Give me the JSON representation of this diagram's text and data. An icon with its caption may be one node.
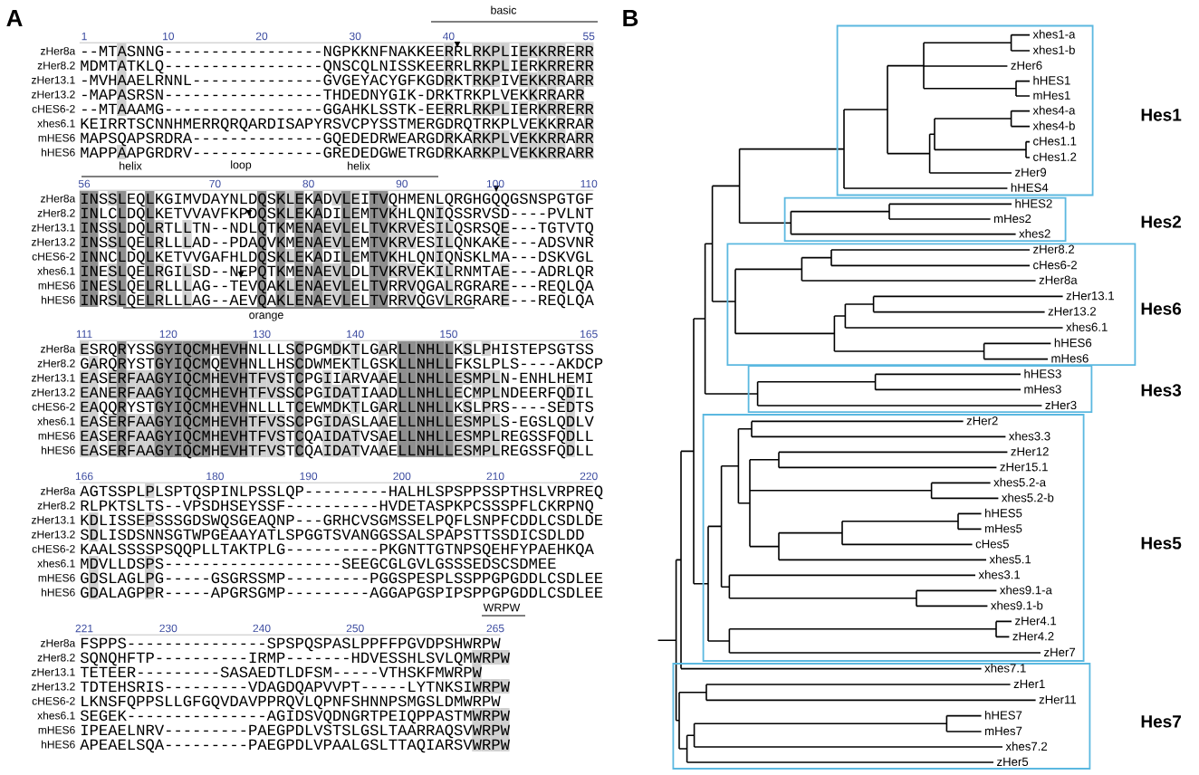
{
  "diagram": {
    "nodes": [
      {
        "text": [
          "Hes1"
        ]
      },
      {
        "text": [
          "xhes1-a"
        ],
        "in": 0
      },
      {
        "text": [
          "xhes1-b"
        ],
        "in": 0
      },
      {
        "text": [
          "zHer6"
        ],
        "in": 0
      },
      {
        "text": [
          "hHES1"
        ],
        "in": 0
      },
      {
        "text": [
          "mHes1"
        ],
        "in": 0
      },
      {
        "text": [
          "xhes4-a"
        ],
        "in": 0
      },
      {
        "text": [
          "xhes4-b"
        ],
        "in": 0
      },
      {
        "text": [
          "cHes1.1"
        ],
        "in": 0
      },
      {
        "text": [
          "cHes1.2"
        ],
        "in": 0
      },
      {
        "text": [
          "zHer9"
        ],
        "in": 0
      },
      {
        "text": [
          "hHES4"
        ],
        "in": 0
      },
      {
        "text": [
          "Hes2"
        ]
      },
      {
        "text": [
          "hHES2"
        ],
        "in": 12
      },
      {
        "text": [
          "mHes2"
        ],
        "in": 12
      },
      {
        "text": [
          "xhes2"
        ],
        "in": 12
      },
      {
        "text": [
          "Hes6"
        ]
      },
      {
        "text": [
          "zHer8.2"
        ],
        "in": 16
      },
      {
        "text": [
          "cHes6-2"
        ],
        "in": 16
      },
      {
        "text": [
          "zHer8a"
        ],
        "in": 16
      },
      {
        "text": [
          "zHer13.1"
        ],
        "in": 16
      },
      {
        "text": [
          "zHer13.2"
        ],
        "in": 16
      },
      {
        "text": [
          "xhes6.1"
        ],
        "in": 16
      },
      {
        "text": [
          "hHES6"
        ],
        "in": 16
      },
      {
        "text": [
          "mHes6"
        ],
        "in": 16
      },
      {
        "text": [
          "Hes3"
        ]
      },
      {
        "text": [
          "hHES3"
        ],
        "in": 25
      },
      {
        "text": [
          "mHes3"
        ],
        "in": 25
      },
      {
        "text": [
          "zHer3"
        ],
        "in": 25
      },
      {
        "text": [
          "Hes5"
        ]
      },
      {
        "text": [
          "zHer2"
        ],
        "in": 29
      },
      {
        "text": [
          "xhes3.3"
        ],
        "in": 29
      },
      {
        "text": [
          "zHer12"
        ],
        "in": 29
      },
      {
        "text": [
          "zHer15.1"
        ],
        "in": 29
      },
      {
        "text": [
          "xhes5.2-a"
        ],
        "in": 29
      },
      {
        "text": [
          "xhes5.2-b"
        ],
        "in": 29
      },
      {
        "text": [
          "hHES5"
        ],
        "in": 29
      },
      {
        "text": [
          "mHes5"
        ],
        "in": 29
      },
      {
        "text": [
          "cHes5"
        ],
        "in": 29
      },
      {
        "text": [
          "xhes5.1"
        ],
        "in": 29
      },
      {
        "text": [
          "xhes3.1"
        ],
        "in": 29
      },
      {
        "text": [
          "xhes9.1-a"
        ],
        "in": 29
      },
      {
        "text": [
          "xhes9.1-b"
        ],
        "in": 29
      },
      {
        "text": [
          "zHer4.1"
        ],
        "in": 29
      },
      {
        "text": [
          "zHer4.2"
        ],
        "in": 29
      },
      {
        "text": [
          "zHer7"
        ],
        "in": 29
      },
      {
        "text": [
          "Hes7"
        ]
      },
      {
        "text": [
          "xhes7.1"
        ],
        "in": 46
      },
      {
        "text": [
          "zHer1"
        ],
        "in": 46
      },
      {
        "text": [
          "zHer11"
        ],
        "in": 46
      },
      {
        "text": [
          "hHES7"
        ],
        "in": 46
      },
      {
        "text": [
          "mHes7"
        ],
        "in": 46
      },
      {
        "text": [
          "xhes7.2"
        ],
        "in": 46
      },
      {
        "text": [
          "zHer5"
        ],
        "in": 46
      }
    ],
    "labels": [
      "A",
      "basic",
      "1",
      "10",
      "20",
      "30",
      "40",
      "55",
      "zHer8a",
      "--MTASNNG-----------------NGPKKNFNAKKEERRLRKPLIEKKRRERR",
      "zHer8.2",
      "MDMTATKLQ-----------------QNSCQLNISSKEERRLRKPLIERKRRERR",
      "zHer13.1",
      "-MVHAAELRNNL--------------GVGEYACYGFKGDRKTRKPIVEKKRRARR",
      "zHer13.2",
      "-MAPASRSN-----------------THDEDNYGIK-DRKTRKPLVEKKRRARR",
      "cHES6-2",
      "--MTAAAMG-----------------GGAHKLSSTK-EERRLRKPLIERKRRERR",
      "xhes6.1",
      "KEIRRTSCNNHMERRQRQARDISAPYRSVCPYSSTMERGDRQTRKPLVEKKRRAR",
      "mHES6",
      "MAPSQAPSRDRA--------------GQEDEDRWEARGDRKARKPLVEKKRRARR",
      "hHES6",
      "MAPPAAPGRDRV--------------GREDEDGWETRGDRKARKPLVEKKRRARR",
      "helix",
      "loop",
      "helix",
      "56",
      "70",
      "80",
      "90",
      "100",
      "110",
      "zHer8a",
      "INSSLEQLKGIMVDAYNLDQSKLEKADVLEITVQHMENLQRGHGQQGSNSPGTGF",
      "zHer8.2",
      "INLCLDQLKETVVAVFKPDQSKLEKADILEMTVKHLQNIQSSRVSD----PVLNT",
      "zHer13.1",
      "INSSLDQLRTLLTN--NDLQTKMENAEVLELTVKRVESILQSRSQE---TGTVTQ",
      "zHer13.2",
      "INSSLQELRLLLAD--PDAQVKMENAEVLEMTVKRVESILQNKAKE---ADSVNR",
      "cHES6-2",
      "INNCLDQLKETVVGAFHLDQSKLEKADILEMTVKHLQNIQNSKLMA---DSKVGL",
      "xhes6.1",
      "INESLQELRGILSD--NEPQTKMENAEVLDLTVKRVEKILRNMTAE---ADRLQR",
      "mHES6",
      "INESLQELRLLLAG--TEVQAKLENAEVLELTVRRVQGALRGRARE---REQLQA",
      "hHES6",
      "INRSLQELRLLLAG--AEVQAKLENAEVLELTVRRVQGVLRGRARE---REQLQA",
      "orange",
      "111",
      "120",
      "130",
      "140",
      "150",
      "165",
      "zHer8a",
      "ESRQRYSSGYIQCMHEVHNLLLSCPGMDKTLGARLLNHLLKSLPHISTEPSGTSS",
      "zHer8.2",
      "GARQRYSTGYIQCMQEVHNLLHSCDWMEKTLGSKLLNHLLFKSLPLS----AKDCP",
      "zHer13.1",
      "EASERFAAGYIQCMHEVHTFVSTCPGIIARVAAELLNHLLESMPLN-ENHLHEMI",
      "zHer13.2",
      "EANERFAAGYIQCMHEVHTFVSSCPGIDATIAADLLNHLLECMPLNDEERFQDIL",
      "cHES6-2",
      "EAQQRYSTGYIQCMHEVHNLLLTCEWMDKTLGARLLNHLLKSLPRS----SEDTS",
      "xhes6.1",
      "EASERFAAGYIQCMHEVHTFVSSCPGIDASLAAELLNHLLESMPLS-EGSLQDLV",
      "mHES6",
      "EASERFAAGYIQCMHEVHTFVSTCQAIDATVSAELLNHLLESMPLREGSSFQDLL",
      "hHES6",
      "EASERFAAGYIQCMHEVHTFVSTCQAIDATVAAELLNHLLESMPLREGSSFQDLL",
      "166",
      "180",
      "190",
      "200",
      "210",
      "220",
      "zHer8a",
      "AGTSSPLPLSPTQSPINLPSSLQP---------HALHLSPSPPSSPTHSLVRPREQ",
      "zHer8.2",
      "RLPKTSLTS--VPSDHSEYSSF----------HVDETASPKPCSSSPFLCKRPNQ",
      "zHer13.1",
      "KDLISSEPSSSGDSWQSGEAQNP---GRHCVSGMSSELPQFLSNPFCDDLCSDLDE",
      "zHer13.2",
      "SDLISDSNNSGTWPGEAAYATLSPGGTSVANGGSSALSPAPSTTSSDICSDLDD",
      "cHES6-2",
      "KAALSSSSPSQQPLLTAKTPLG----------PKGNTTGTNPSQEHFYPAEHKQA",
      "xhes6.1",
      "MDVLLDSPS-------------------SEEGCGLGVLGSSSEDSCSDMEE",
      "mHES6",
      "GDSLAGLPG-----GSGRSSMP---------PGGSPESPLSSPPGPGDDLCSDLEE",
      "hHES6",
      "GDALAGPPR-----APGRSGMP---------AGGAPGSPIPSPPGPGDDLCSDLEE",
      "WRPW",
      "221",
      "230",
      "240",
      "250",
      "265",
      "zHer8a",
      "FSPPS---------------SPSPQSPASLPPFFPGVDPSHWRPW",
      "zHer8.2",
      "SQNQHFTP----------IRMP-------HDVESSHLSVLQMWRPW",
      "zHer13.1",
      "TETEER---------SASAEDTLDFSM-----VTHSKFMWRPW",
      "zHer13.2",
      "TDTEHSRIS---------VDAGDQAPVVPT-----LYTNKSIWRPW",
      "cHES6-2",
      "LKNSFQPPSLLGFGQVDAVPPRQVLQPNFSHNNPSMGSLDMWRPW",
      "xhes6.1",
      "SEGEK---------------AGIDSVQDNGRTPEIQPPASTMWRPW",
      "mHES6",
      "IPEAELNRV---------PAEGPDLVSTSLGSLTAARRAQSVWRPW",
      "hHES6",
      "APEAELSQA---------PAEGPDLVPAALGSLTTAQIARSVWRPW",
      "B"
    ]
  }
}
